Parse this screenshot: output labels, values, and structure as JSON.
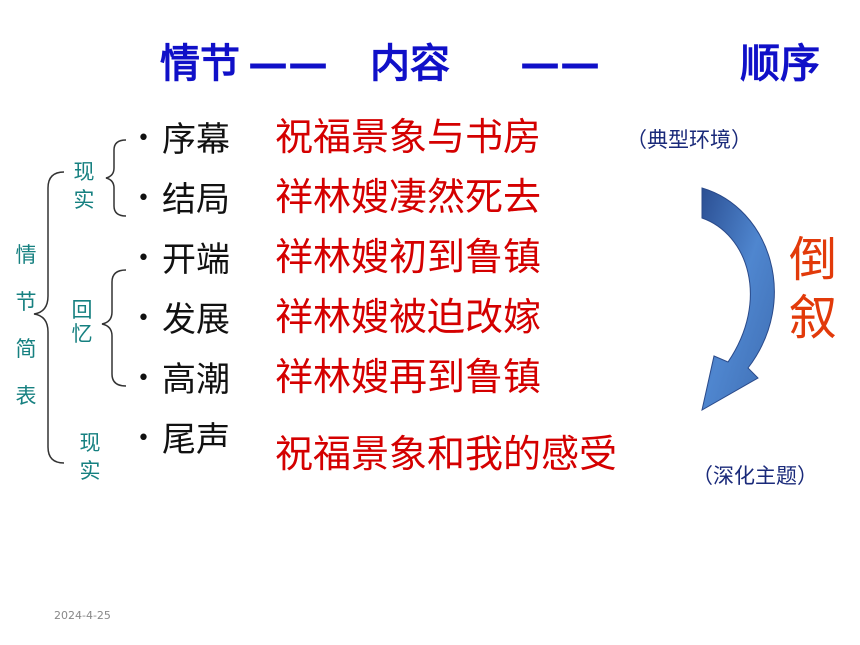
{
  "header": {
    "plot": "情节",
    "dash1": "——",
    "content": "内容",
    "dash2": "——",
    "order": "顺序"
  },
  "left_labels": {
    "main": "情节简表",
    "reality_top": "现实",
    "memory": "回忆",
    "reality_bottom": "现实"
  },
  "rows": [
    {
      "stage": "序幕",
      "content": "祝福景象与书房"
    },
    {
      "stage": "结局",
      "content": "祥林嫂凄然死去"
    },
    {
      "stage": "开端",
      "content": "祥林嫂初到鲁镇"
    },
    {
      "stage": "发展",
      "content": "祥林嫂被迫改嫁"
    },
    {
      "stage": "高潮",
      "content": "祥林嫂再到鲁镇"
    },
    {
      "stage": "尾声",
      "content": "祝福景象和我的感受"
    }
  ],
  "notes": {
    "environment": "（典型环境）",
    "theme": "（深化主题）"
  },
  "flashback": "倒叙",
  "date": "2024-4-25",
  "colors": {
    "header": "#1010c8",
    "content": "#d40000",
    "flashback": "#e23a0a",
    "teal": "#168080",
    "arrow": "#3e6db2"
  }
}
